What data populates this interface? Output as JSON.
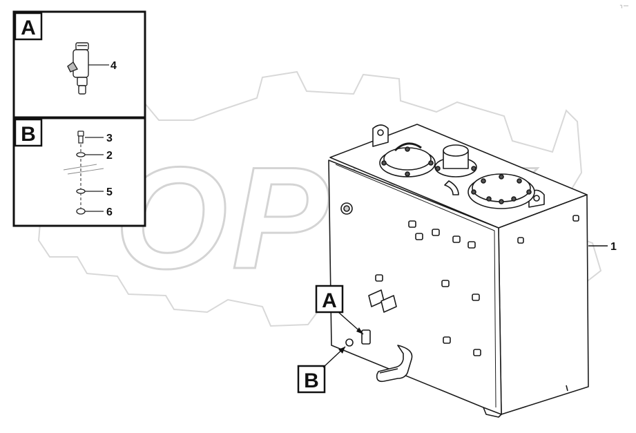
{
  "watermark": {
    "text": "OPEX"
  },
  "detail_a": {
    "letter": "A",
    "callout": "4"
  },
  "detail_b": {
    "letter": "B",
    "callouts": [
      "3",
      "2",
      "5",
      "6"
    ]
  },
  "main": {
    "tank_callout": "1",
    "view_a_letter": "A",
    "view_b_letter": "B"
  },
  "corner_mark": "┐—"
}
